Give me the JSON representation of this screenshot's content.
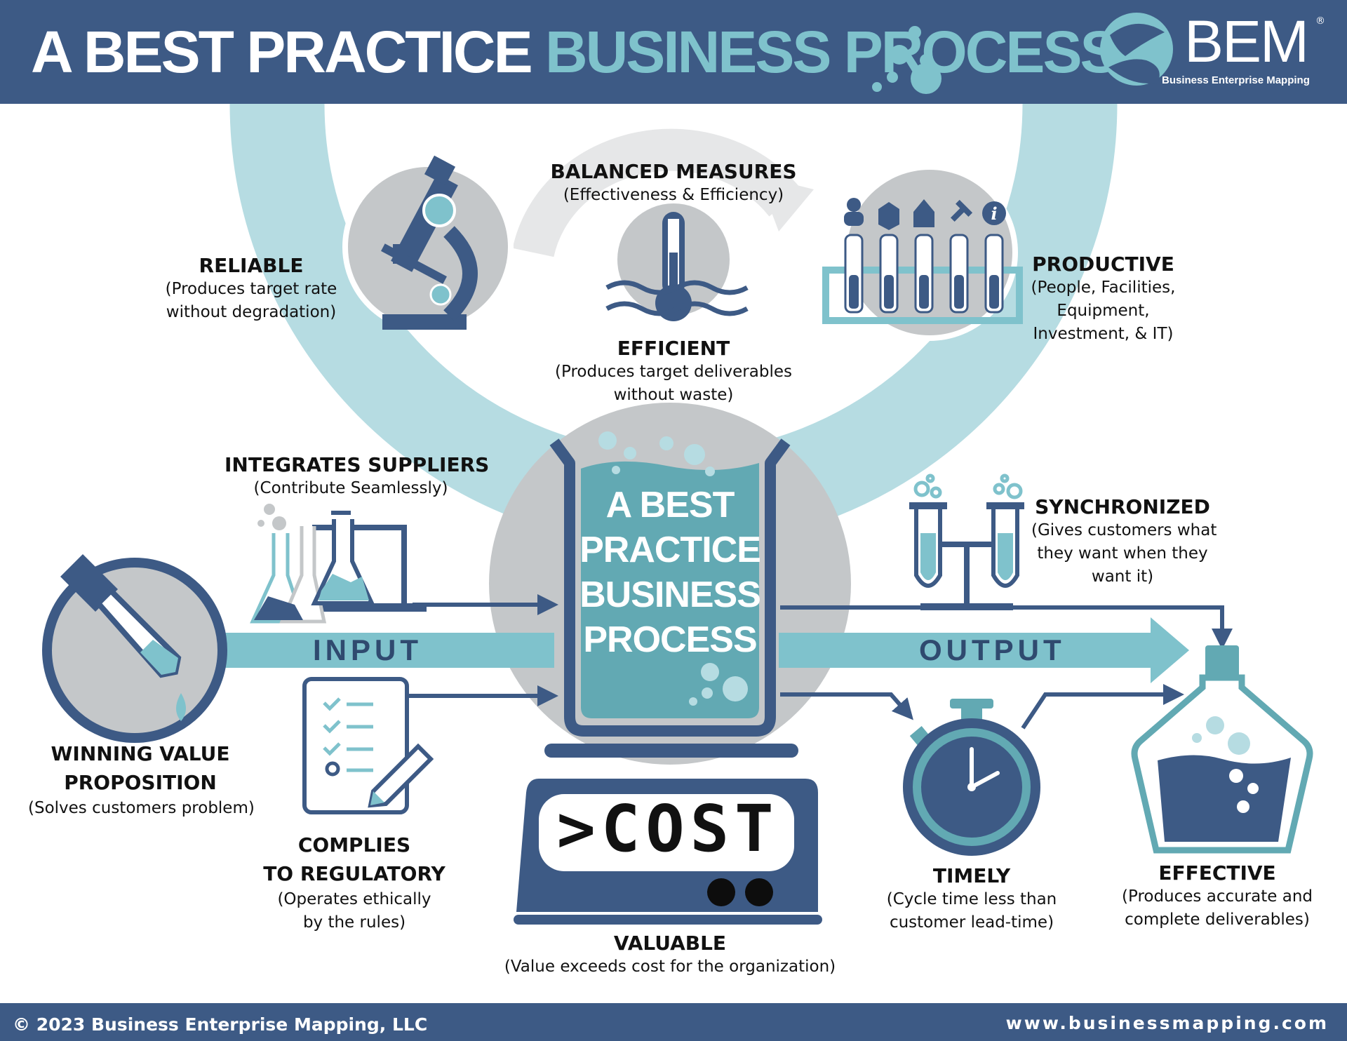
{
  "header": {
    "title_part1": "A BEST PRACTICE",
    "title_part2": "BUSINESS PROCESS",
    "logo_text": "BEM",
    "logo_reg": "®",
    "logo_subtitle": "Business Enterprise Mapping"
  },
  "center": {
    "beaker_lines": [
      "A BEST",
      "PRACTICE",
      "BUSINESS",
      "PROCESS"
    ],
    "scale_display": ">COST"
  },
  "flow": {
    "input_label": "INPUT",
    "output_label": "OUTPUT"
  },
  "attributes": {
    "balanced_measures": {
      "title": "BALANCED MEASURES",
      "desc": "(Effectiveness & Efficiency)"
    },
    "reliable": {
      "title": "RELIABLE",
      "desc_lines": [
        "(Produces target rate",
        "without degradation)"
      ]
    },
    "efficient": {
      "title": "EFFICIENT",
      "desc_lines": [
        "(Produces target deliverables",
        "without waste)"
      ]
    },
    "productive": {
      "title": "PRODUCTIVE",
      "desc_lines": [
        "(People, Facilities,",
        "Equipment,",
        "Investment, & IT)"
      ]
    },
    "integrates_suppliers": {
      "title": "INTEGRATES SUPPLIERS",
      "desc": "(Contribute Seamlessly)"
    },
    "synchronized": {
      "title": "SYNCHRONIZED",
      "desc_lines": [
        "(Gives customers what",
        "they want when they",
        "want it)"
      ]
    },
    "winning_value": {
      "title_lines": [
        "WINNING VALUE",
        "PROPOSITION"
      ],
      "desc": "(Solves customers problem)"
    },
    "complies": {
      "title_lines": [
        "COMPLIES",
        "TO REGULATORY"
      ],
      "desc_lines": [
        "(Operates ethically",
        "by the rules)"
      ]
    },
    "valuable": {
      "title": "VALUABLE",
      "desc": "(Value exceeds cost for the organization)"
    },
    "timely": {
      "title": "TIMELY",
      "desc_lines": [
        "(Cycle time less than",
        "customer lead-time)"
      ]
    },
    "effective": {
      "title": "EFFECTIVE",
      "desc_lines": [
        "(Produces accurate and",
        "complete deliverables)"
      ]
    }
  },
  "footer": {
    "copyright": "© 2023 Business Enterprise Mapping, LLC",
    "website": "www.businessmapping.com"
  },
  "colors": {
    "navy": "#3d5a85",
    "teal": "#7fc2cc",
    "light_teal": "#b6dce2",
    "gray": "#c4c7c9",
    "beaker_fill": "#62a9b3"
  }
}
